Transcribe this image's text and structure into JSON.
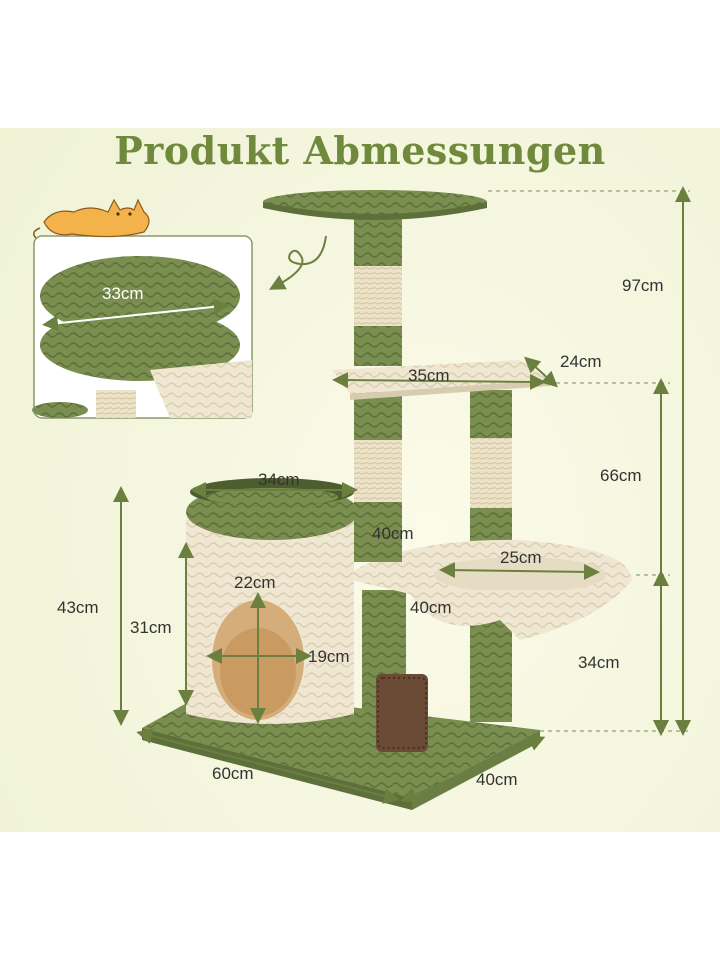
{
  "title": "Produkt Abmessungen",
  "colors": {
    "green": "#7a8e4f",
    "green_dark": "#5d6f3a",
    "cream": "#efe7d2",
    "sisal": "#e8dcc0",
    "line": "#6b7f3e"
  },
  "detail_inset": {
    "icon": "cat-icon",
    "platform_diameter": "33cm"
  },
  "dimensions": {
    "total_height": "97cm",
    "upper_platform_height": "66cm",
    "upper_platform_length": "35cm",
    "upper_platform_width": "24cm",
    "basket_diameter": "34cm",
    "post_height_upper": "40cm",
    "hammock_diameter": "25cm",
    "post_height_lower": "40cm",
    "hammock_height": "34cm",
    "house_height": "43cm",
    "house_body_height": "31cm",
    "entrance_height": "22cm",
    "entrance_width": "19cm",
    "base_length": "60cm",
    "base_width": "40cm"
  }
}
